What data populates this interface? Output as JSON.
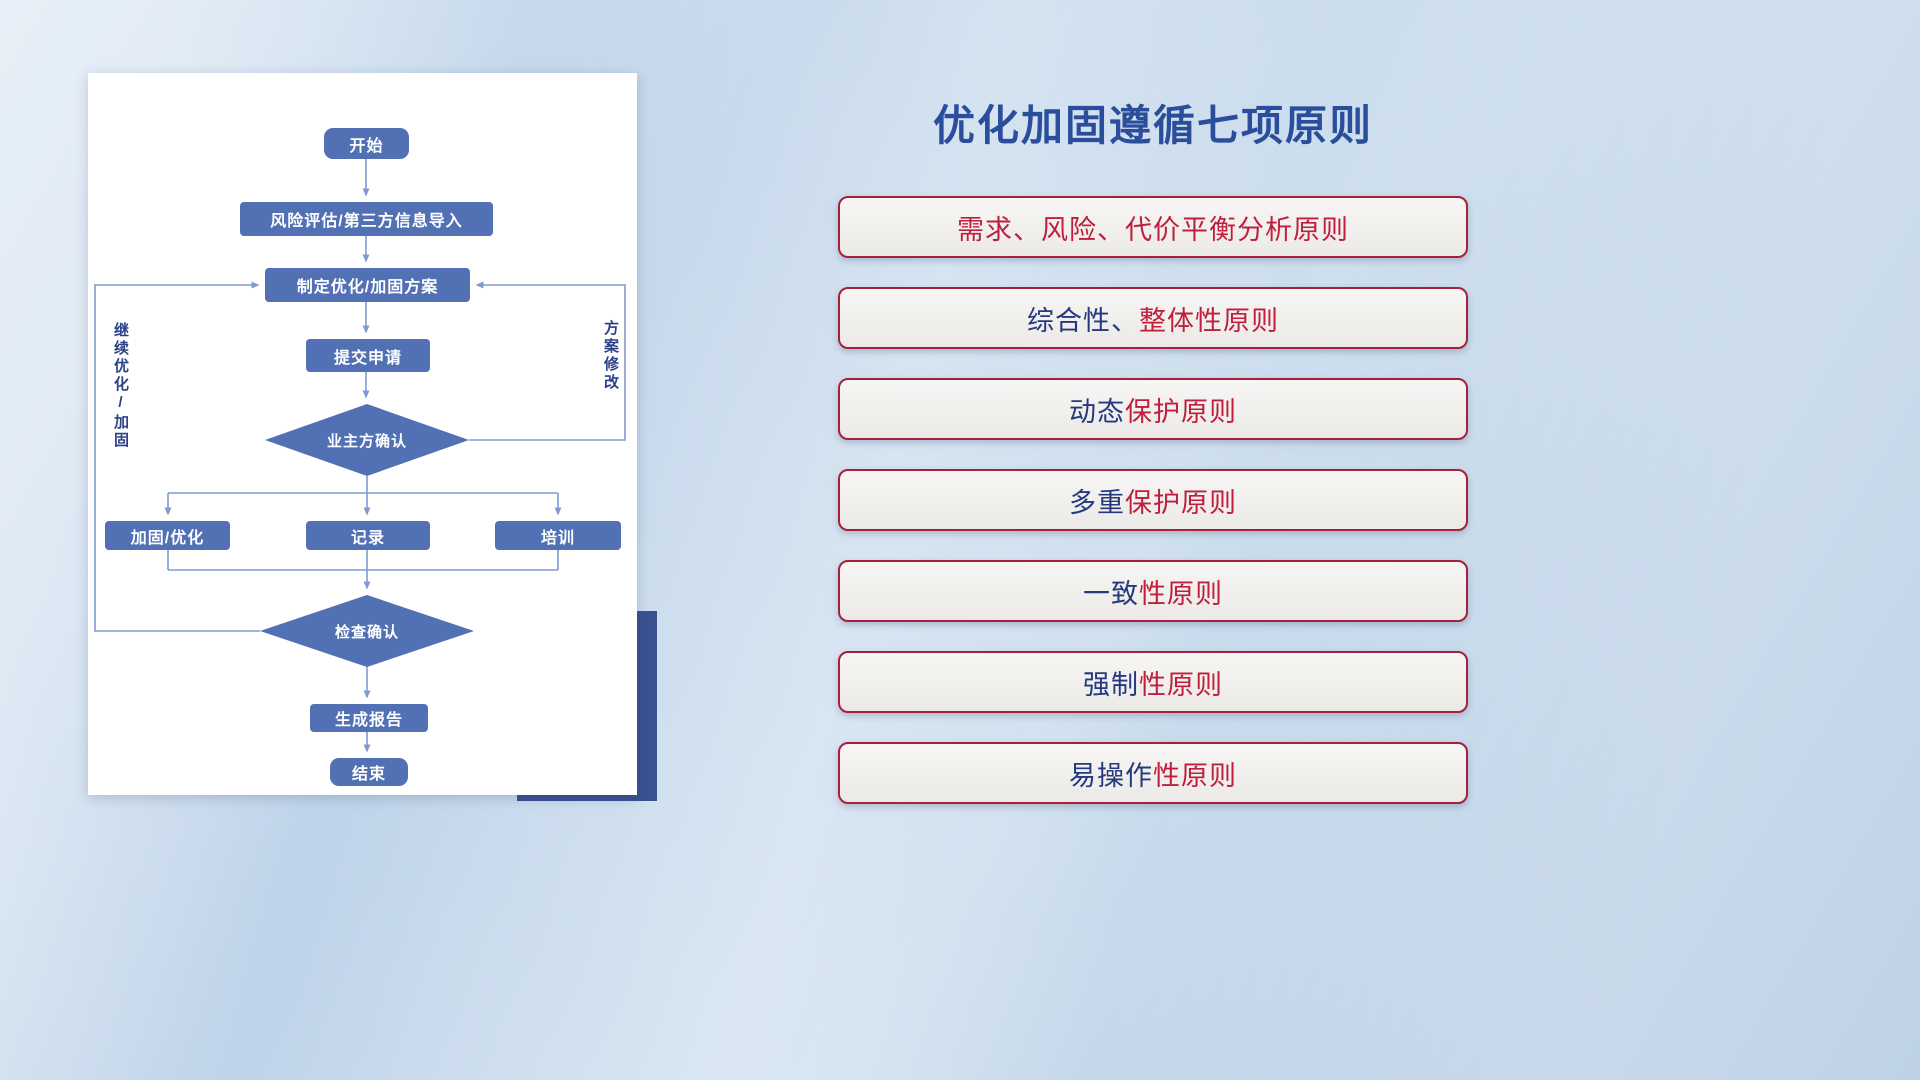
{
  "flowchart": {
    "nodes": {
      "start": "开始",
      "risk_import": "风险评估/第三方信息导入",
      "make_plan": "制定优化/加固方案",
      "submit": "提交申请",
      "owner_confirm": "业主方确认",
      "reinforce": "加固/优化",
      "record": "记录",
      "training": "培训",
      "check_confirm": "检查确认",
      "report": "生成报告",
      "end": "结束"
    },
    "edge_labels": {
      "continue_optimize": "继续优化/加固",
      "plan_modify": "方案修改"
    }
  },
  "panel": {
    "title": "优化加固遵循七项原则",
    "principles": [
      {
        "prefix": "",
        "main": "需求、风险、代价平衡分析原则"
      },
      {
        "prefix": "综合性、",
        "main": "整体性原则"
      },
      {
        "prefix": "动态",
        "main": "保护原则"
      },
      {
        "prefix": "多重",
        "main": "保护原则"
      },
      {
        "prefix": "一致",
        "main": "性原则"
      },
      {
        "prefix": "强制",
        "main": "性原则"
      },
      {
        "prefix": "易操作",
        "main": "性原则"
      }
    ]
  },
  "colors": {
    "node_fill": "#5171b4",
    "connector": "#7e9bd0",
    "title_blue": "#2a4d9c",
    "principle_red": "#bf1f3c",
    "principle_navy": "#253a7e",
    "border_red": "#a5203a",
    "shadow_navy": "#3b5192"
  }
}
